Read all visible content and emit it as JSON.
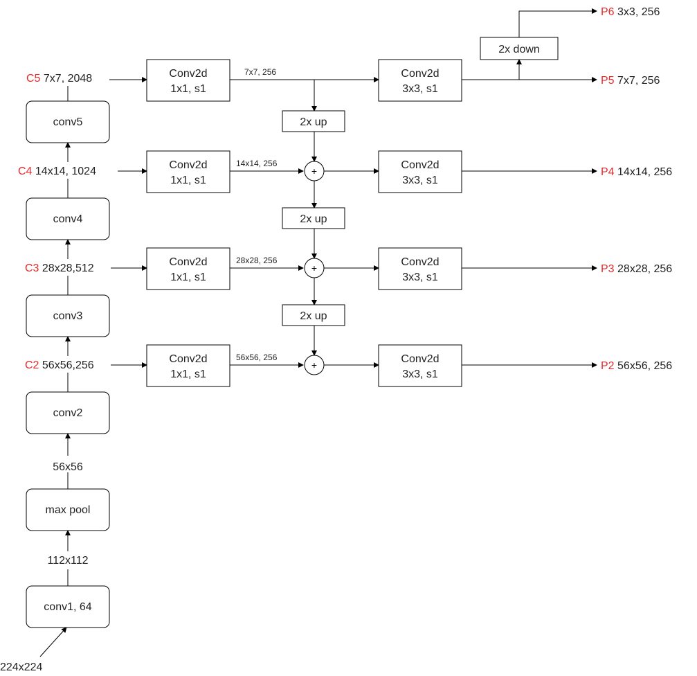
{
  "colors": {
    "level_tag": "#e8292a",
    "stroke": "#000000",
    "text": "#222222"
  },
  "backbone": {
    "input_label": "224x224",
    "conv1": "conv1, 64",
    "after_conv1": "112x112",
    "maxpool": "max pool",
    "after_maxpool": "56x56",
    "conv2": "conv2",
    "conv3": "conv3",
    "conv4": "conv4",
    "conv5": "conv5"
  },
  "c_levels": [
    {
      "tag": "C5",
      "dims": " 7x7, 2048"
    },
    {
      "tag": "C4",
      "dims": " 14x14, 1024"
    },
    {
      "tag": "C3",
      "dims": " 28x28,512"
    },
    {
      "tag": "C2",
      "dims": " 56x56,256"
    }
  ],
  "lateral": {
    "line1": "Conv2d",
    "line2": "1x1, s1"
  },
  "lateral_out": [
    "7x7, 256",
    "14x14, 256",
    "28x28, 256",
    "56x56, 256"
  ],
  "smooth": {
    "line1": "Conv2d",
    "line2": "3x3, s1"
  },
  "upsample_label": "2x up",
  "downsample_label": "2x down",
  "sum_symbol": "+",
  "p_levels": [
    {
      "tag": "P6",
      "dims": " 3x3, 256"
    },
    {
      "tag": "P5",
      "dims": " 7x7, 256"
    },
    {
      "tag": "P4",
      "dims": " 14x14, 256"
    },
    {
      "tag": "P3",
      "dims": " 28x28, 256"
    },
    {
      "tag": "P2",
      "dims": " 56x56, 256"
    }
  ]
}
